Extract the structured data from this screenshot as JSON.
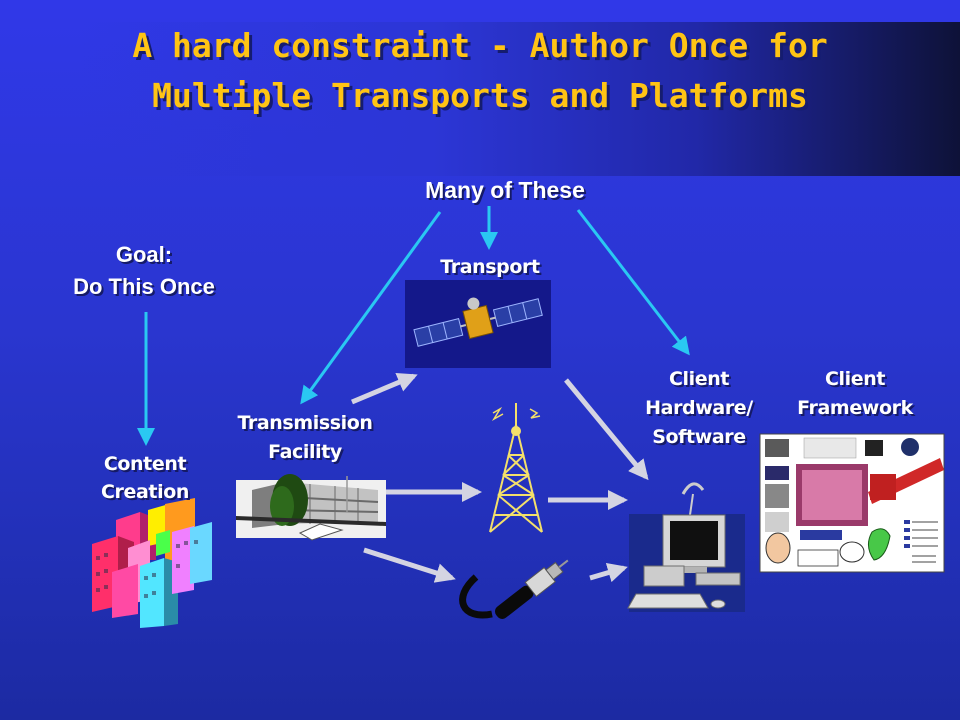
{
  "slide": {
    "title_line1": "A hard constraint - Author Once for",
    "title_line2": "Multiple Transports and Platforms"
  },
  "labels": {
    "many_of_these": "Many of These",
    "goal_line1": "Goal:",
    "goal_line2": "Do This Once",
    "transport": "Transport",
    "transmission_line1": "Transmission",
    "transmission_line2": "Facility",
    "content_line1": "Content",
    "content_line2": "Creation",
    "client_hw_line1": "Client",
    "client_hw_line2": "Hardware/",
    "client_hw_line3": "Software",
    "client_fw_line1": "Client",
    "client_fw_line2": "Framework"
  },
  "colors": {
    "title": "#ffc414",
    "arrow_cyan": "#2ac8f2",
    "arrow_grey": "#d4d4e2",
    "background": "#2a36d0"
  },
  "icons": [
    "satellite-icon",
    "broadcast-tower-icon",
    "cable-connector-icon",
    "computer-icon",
    "office-building-icon",
    "city-buildings-icon",
    "web-page-screenshot"
  ]
}
